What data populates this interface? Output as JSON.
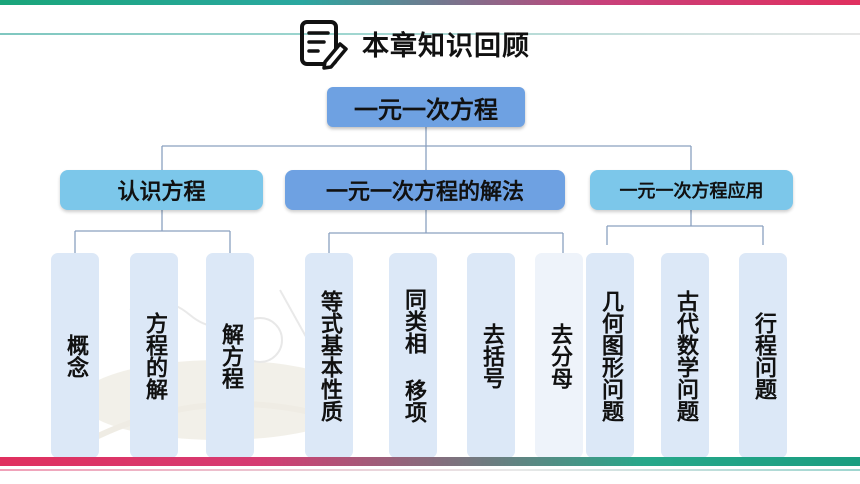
{
  "title": "本章知识回顾",
  "tree": {
    "root": "一元一次方程",
    "branches": [
      {
        "label": "认识方程",
        "children": [
          "概念",
          "方程的解",
          "解方程"
        ]
      },
      {
        "label": "一元一次方程的解法",
        "children": [
          "等式基本性质",
          "同类相  移项",
          "去括号",
          "去分母"
        ]
      },
      {
        "label": "一元一次方程应用",
        "children": [
          "几何图形问题",
          "古代数学问题",
          "行程问题"
        ]
      }
    ]
  }
}
